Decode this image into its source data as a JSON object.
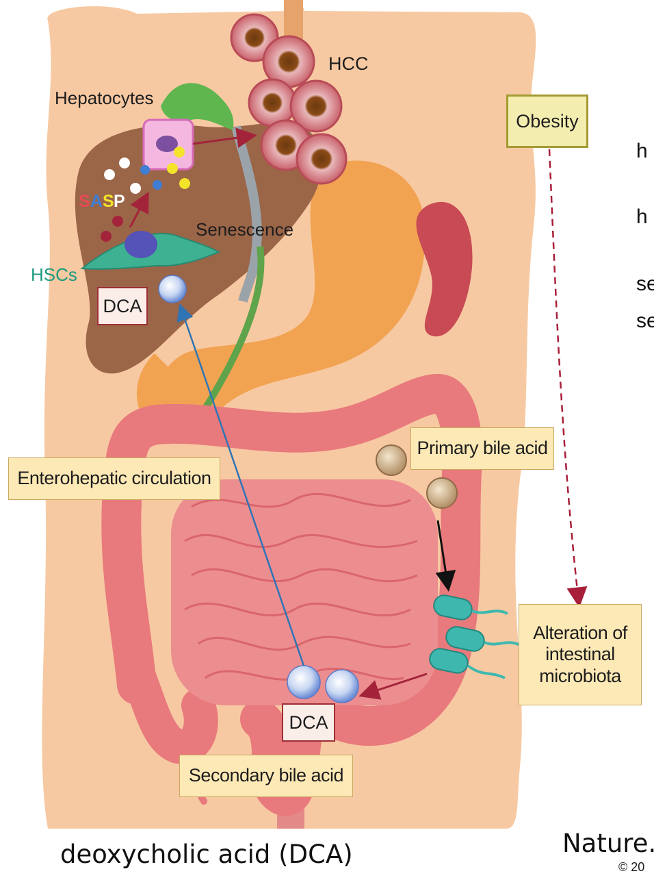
{
  "diagram": {
    "labels": {
      "hcc": "HCC",
      "hepatocytes": "Hepatocytes",
      "senescence": "Senescence",
      "sasp": [
        "S",
        "A",
        "S",
        "P"
      ],
      "hscs": "HSCs",
      "dca_liver": "DCA",
      "obesity": "Obesity",
      "primary_bile_acid": "Primary bile acid",
      "enterohepatic": "Enterohepatic circulation",
      "alteration": [
        "Alteration of",
        "intestinal",
        "microbiota"
      ],
      "dca_gut": "DCA",
      "secondary_bile_acid": "Secondary bile acid"
    },
    "colors": {
      "body": "#f7c9a2",
      "liver": "#9b6548",
      "stomach": "#f1a352",
      "intestine": "#e8797c",
      "hcc_cell": "#d97a80",
      "hsc": "#3eb192",
      "arrow_red": "#a3243a",
      "arrow_blue": "#2f74b5",
      "dashed": "#a81f3a",
      "bacteria": "#3eb8ae"
    }
  },
  "side_text": [
    "h",
    "h",
    "se",
    "se"
  ],
  "caption": "deoxycholic acid (DCA)",
  "citation": "Nature.",
  "copyright": "© 20"
}
